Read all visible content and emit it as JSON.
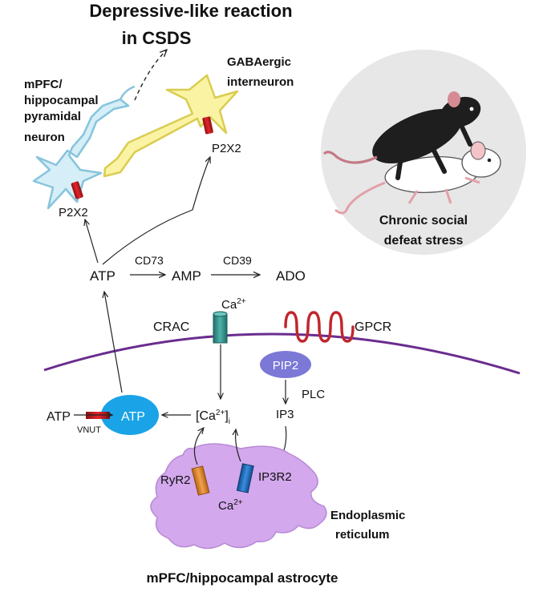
{
  "title": {
    "line1": "Depressive-like reaction",
    "line2": "in CSDS"
  },
  "neurons": {
    "gaba_line1": "GABAergic",
    "gaba_line2": "interneuron",
    "pyr_line1": "mPFC/",
    "pyr_line2": "hippocampal",
    "pyr_line3": "pyramidal",
    "pyr_line4": "neuron",
    "receptor_pyr": "P2X2",
    "receptor_gaba": "P2X2"
  },
  "stress": {
    "line1": "Chronic social",
    "line2": "defeat stress"
  },
  "pathway": {
    "atp": "ATP",
    "cd73": "CD73",
    "amp": "AMP",
    "cd39": "CD39",
    "ado": "ADO"
  },
  "membrane": {
    "crac": "CRAC",
    "ca_ext": "Ca",
    "ca_ext_sup": "2+",
    "gpcr": "GPCR",
    "pip2": "PIP2",
    "plc": "PLC",
    "ip3": "IP3"
  },
  "cytosol": {
    "atp_in": "ATP",
    "vnut": "VNUT",
    "atp_vesicle": "ATP",
    "ca_i_open": "[Ca",
    "ca_i_sup": "2+",
    "ca_i_close": "]",
    "ca_i_sub": "i"
  },
  "er": {
    "ryr2": "RyR2",
    "ip3r2": "IP3R2",
    "ca_er": "Ca",
    "ca_er_sup": "2+",
    "name_line1": "Endoplasmic",
    "name_line2": "reticulum"
  },
  "footer": "mPFC/hippocampal astrocyte",
  "colors": {
    "pyramidal_fill": "#d6eef7",
    "pyramidal_stroke": "#86c4dc",
    "gaba_fill": "#fbf3a4",
    "gaba_stroke": "#d9cd52",
    "receptor": "#c4161c",
    "membrane": "#6a2c8e",
    "crac": "#2f8c86",
    "gpcr": "#c0262d",
    "pip2": "#7b78d6",
    "vesicle": "#1aa3e6",
    "er_fill": "#d3a8ec",
    "ryr2": "#e28a2e",
    "ip3r2": "#1f6fc0",
    "stress_circle": "#e7e7e7"
  }
}
